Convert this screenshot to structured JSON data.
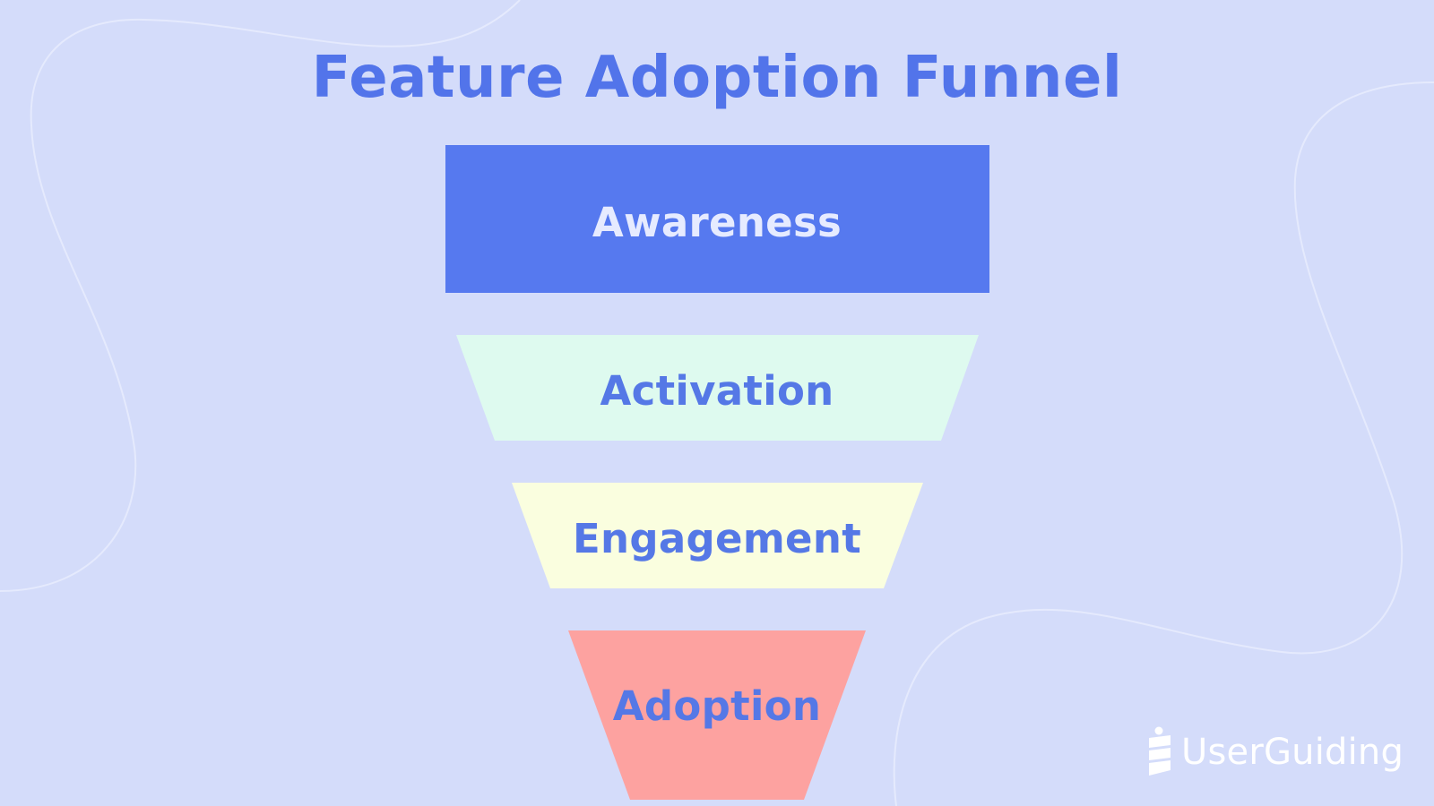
{
  "title": "Feature Adoption Funnel",
  "colors": {
    "background": "#d4dcfa",
    "title": "#5274ea",
    "label_on_dark": "#e6ebff",
    "label_on_light": "#5578e6",
    "decor_line": "#e5eafd"
  },
  "funnel": {
    "stages": [
      {
        "label": "Awareness",
        "color": "#5679ef"
      },
      {
        "label": "Activation",
        "color": "#defaef"
      },
      {
        "label": "Engagement",
        "color": "#fafedf"
      },
      {
        "label": "Adoption",
        "color": "#fda2a0"
      }
    ]
  },
  "logo": {
    "text": "UserGuiding",
    "icon": "userguiding-logo-icon"
  }
}
